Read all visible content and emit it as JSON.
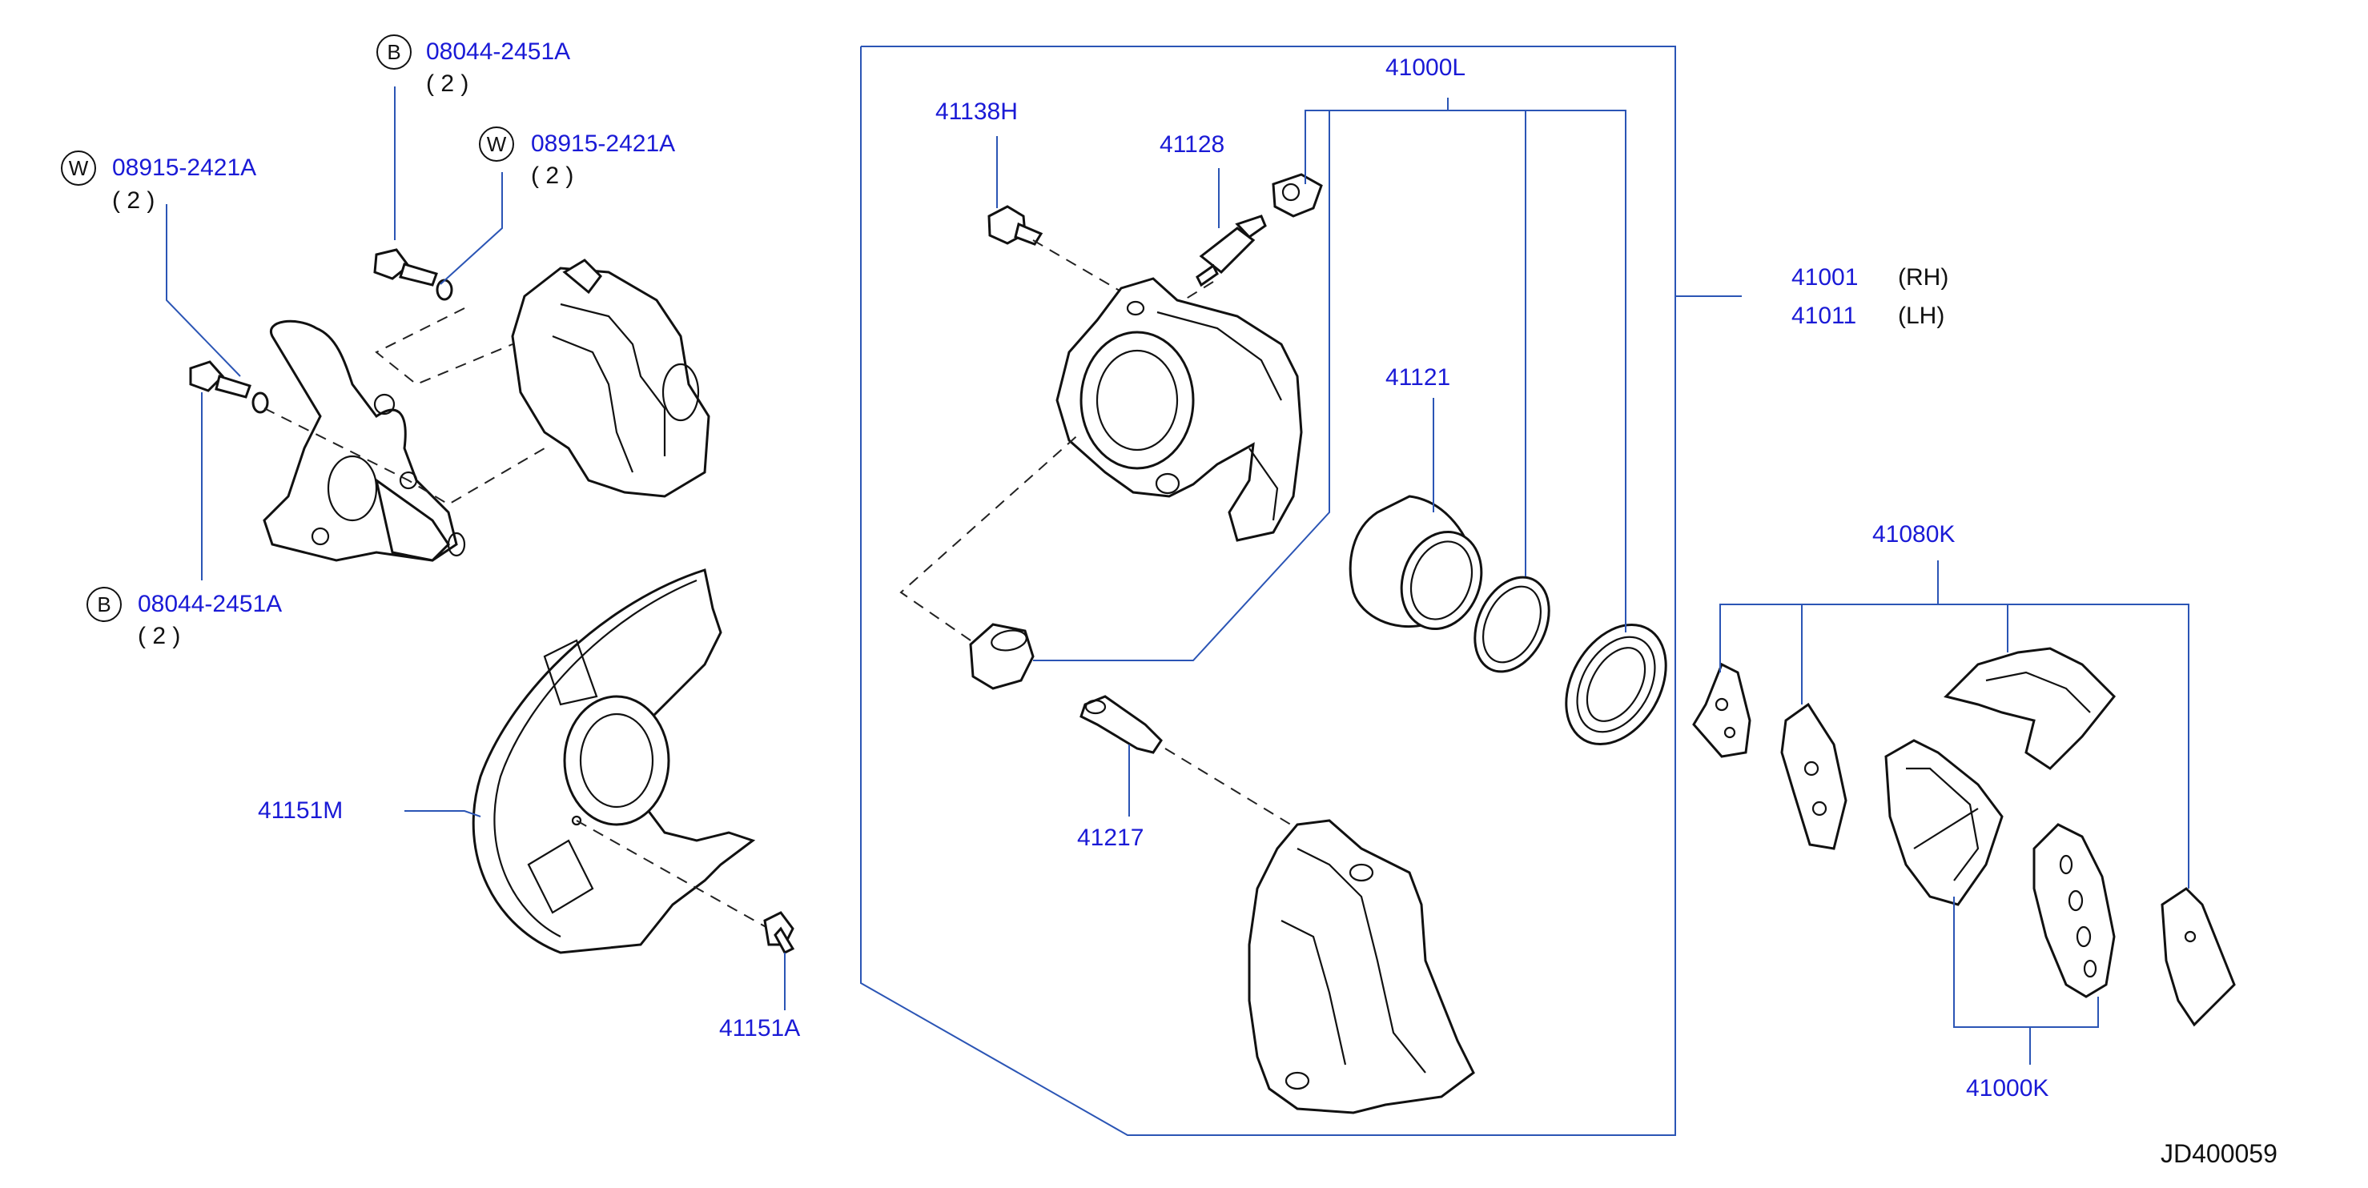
{
  "diagram_code": "JD400059",
  "callouts": {
    "bolt_b_top": {
      "badge": "B",
      "part": "08044-2451A",
      "qty": "( 2 )"
    },
    "washer_w_right": {
      "badge": "W",
      "part": "08915-2421A",
      "qty": "( 2 )"
    },
    "washer_w_left": {
      "badge": "W",
      "part": "08915-2421A",
      "qty": "( 2 )"
    },
    "bolt_b_bottom": {
      "badge": "B",
      "part": "08044-2451A",
      "qty": "( 2 )"
    },
    "splash_shield": {
      "part": "41151M"
    },
    "shield_bolt": {
      "part": "41151A"
    },
    "bleeder_screw": {
      "part": "41138H"
    },
    "pin_bolt": {
      "part": "41128"
    },
    "seal_kit": {
      "part": "41000L"
    },
    "piston": {
      "part": "41121"
    },
    "sleeve": {
      "part": "41217"
    },
    "caliper_rh": {
      "part": "41001",
      "side": "(RH)"
    },
    "caliper_lh": {
      "part": "41011",
      "side": "(LH)"
    },
    "pad_hardware": {
      "part": "41080K"
    },
    "pad_kit": {
      "part": "41000K"
    }
  },
  "colors": {
    "label": "#1a1ad6",
    "leader": "#2b55b5",
    "outline": "#111111"
  }
}
